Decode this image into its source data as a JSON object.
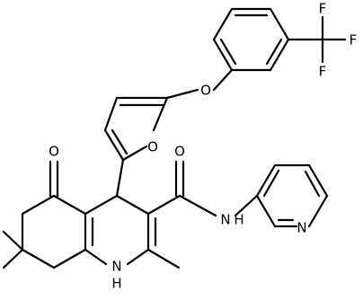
{
  "atoms": {
    "O_furan": "O",
    "O_ether": "O",
    "O_ketone": "O",
    "O_amide": "O",
    "F_top": "F",
    "F_right": "F",
    "F_bottom": "F",
    "N_amide": "N",
    "H_amide": "H",
    "N_pyridine": "N",
    "N_ring": "N",
    "H_ring": "H"
  }
}
